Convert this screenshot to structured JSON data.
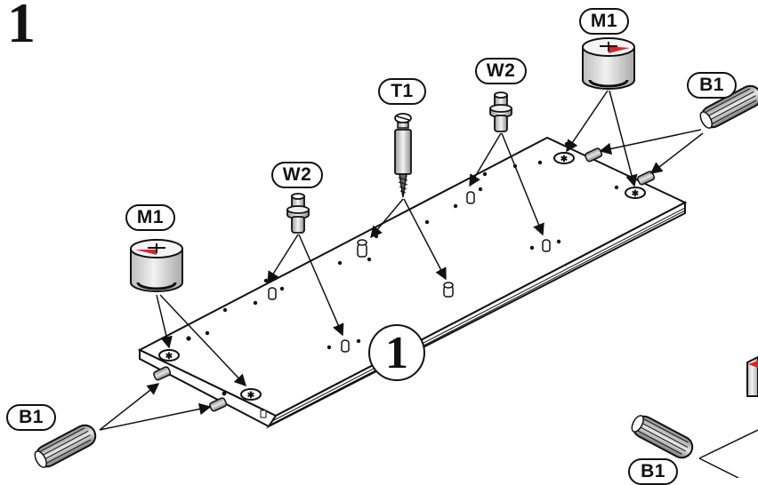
{
  "step": {
    "number": "1"
  },
  "panel": {
    "number": "1"
  },
  "labels": {
    "m1_left": "M1",
    "m1_right": "M1",
    "w2_left": "W2",
    "w2_right": "W2",
    "t1": "T1",
    "b1_left": "B1",
    "b1_right": "B1",
    "b1_bottom": "B1"
  },
  "parts": {
    "cam_lock": "M1",
    "cam_pin": "W2",
    "shelf_screw": "T1",
    "wood_dowel": "B1"
  },
  "colors": {
    "ink": "#111111",
    "cam_red": "#d9262b",
    "cam_body": "#e6e6e6"
  }
}
